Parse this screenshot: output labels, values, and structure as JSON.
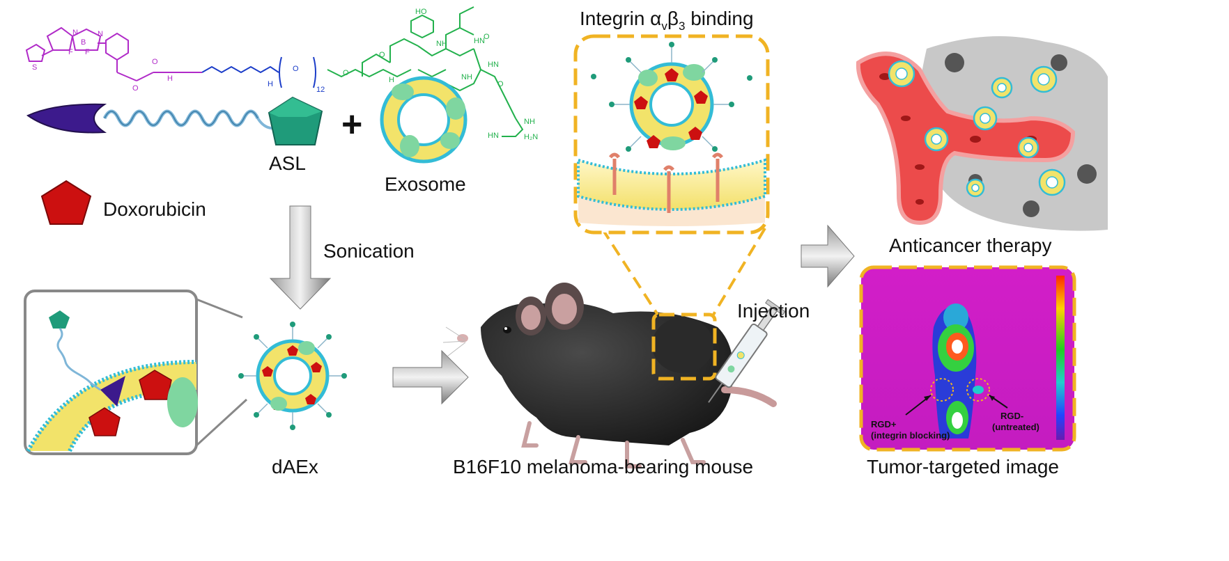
{
  "labels": {
    "asl": "ASL",
    "doxorubicin": "Doxorubicin",
    "exosome": "Exosome",
    "sonication": "Sonication",
    "daex": "dAEx",
    "mouse": "B16F10 melanoma-bearing mouse",
    "integrin_prefix": "Integrin α",
    "integrin_sub_v": "v",
    "integrin_beta": "β",
    "integrin_sub_3": "3",
    "integrin_suffix": " binding",
    "injection": "Injection",
    "anticancer": "Anticancer therapy",
    "tumor_image": "Tumor-targeted image",
    "rgd_plus_1": "RGD+",
    "rgd_plus_2": "(integrin blocking)",
    "rgd_minus_1": "RGD-",
    "rgd_minus_2": "(untreated)",
    "plus_sign": "+"
  },
  "chemistry": {
    "ho": "HO",
    "o": "O",
    "nh": "NH",
    "hn": "HN",
    "h": "H",
    "n": "N",
    "s": "S",
    "b": "B",
    "f": "F",
    "subscript_12": "12",
    "h2n": "H₂N",
    "nh_imine": "HN"
  },
  "colors": {
    "bodipy": "#b02ac8",
    "linker": "#1a3cc8",
    "peptide": "#22b14c",
    "dox": "#cc1010",
    "exo_green": "#7fd6a0",
    "lipid_head": "#33bcd6",
    "lipid_tail": "#f2e36a",
    "frame_orange": "#f0b323",
    "vessel": "#ec4b4b",
    "tumor_gray": "#8a8a8a",
    "fluor_bg": "#d21ec8"
  },
  "icons": {
    "arrow_down": "gray-gradient-arrow-down",
    "arrow_right": "gray-gradient-arrow-right"
  }
}
